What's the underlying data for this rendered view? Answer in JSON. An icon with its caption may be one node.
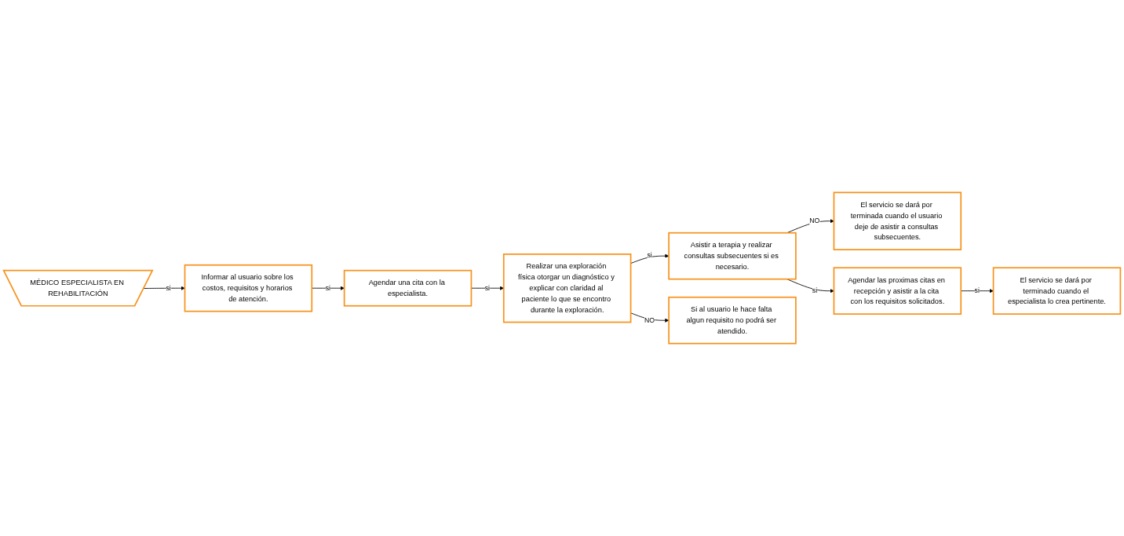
{
  "diagram": {
    "nodes": [
      {
        "text": [
          "MÉDICO ESPECIALISTA EN REHABILITACIÓN"
        ]
      },
      {
        "text": [
          "Informar al usuario sobre los costos, requisitos y horarios de atención."
        ]
      },
      {
        "text": [
          "Agendar una cita con la especialista."
        ]
      },
      {
        "text": [
          "Realizar una exploración física otorgar un diagnóstico y explicar con claridad al paciente lo que se encontro durante la exploración."
        ]
      },
      {
        "text": [
          "Asistir a terapia y realizar consultas subsecuentes si es necesario."
        ]
      },
      {
        "text": [
          "Si al usuario le hace falta algun requisito no podrá ser atendido."
        ]
      },
      {
        "text": [
          "El servicio se dará por terminada cuando el usuario deje de asistir a consultas subsecuentes."
        ]
      },
      {
        "text": [
          "Agendar las proximas citas en recepción y asistir a la cita con los requisitos solicitados."
        ]
      },
      {
        "text": [
          "El servicio se dará por terminado cuando el especialista lo crea pertinente."
        ]
      }
    ],
    "edges": [
      {
        "from": 0,
        "to": 1,
        "arrow": "to",
        "label": "si"
      },
      {
        "from": 1,
        "to": 2,
        "arrow": "to",
        "label": "si"
      },
      {
        "from": 2,
        "to": 3,
        "arrow": "to",
        "label": "si"
      },
      {
        "from": 3,
        "to": 4,
        "arrow": "to",
        "label": "si"
      },
      {
        "from": 3,
        "to": 5,
        "arrow": "to",
        "label": "NO"
      },
      {
        "from": 4,
        "to": 6,
        "arrow": "to",
        "label": "NO"
      },
      {
        "from": 4,
        "to": 7,
        "arrow": "to",
        "label": "si"
      },
      {
        "from": 7,
        "to": 8,
        "arrow": "to",
        "label": "si"
      }
    ]
  }
}
